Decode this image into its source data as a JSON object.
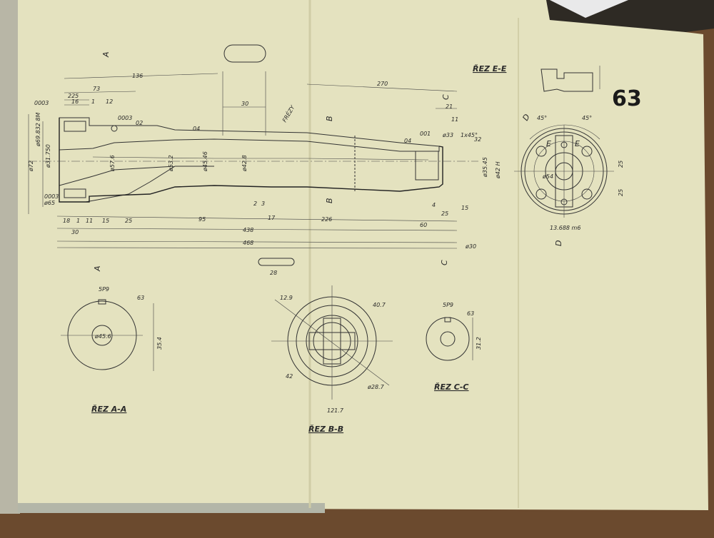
{
  "sheet": {
    "page_number": "63",
    "colors": {
      "paper": "#e4e2bf",
      "wood": "#6b4a2e",
      "ink": "#2a2a2a"
    }
  },
  "section_labels": {
    "a": "ŘEZ A-A",
    "b": "ŘEZ B-B",
    "c": "ŘEZ C-C",
    "e": "ŘEZ E-E"
  },
  "cut_marks": {
    "a": "A",
    "b": "B",
    "c": "C",
    "d": "D",
    "e": "E"
  },
  "shaft_dims": {
    "d136": "136",
    "d73": "73",
    "d225": "225",
    "d16": "16",
    "d1": "1",
    "d12": "12",
    "d30top": "30",
    "d270": "270",
    "d21": "21",
    "d11": "11",
    "d45": "1x45°",
    "d18": "18",
    "d1b": "1",
    "d11b": "11",
    "d15": "15",
    "d25": "25",
    "d95": "95",
    "d2": "2",
    "d3": "3",
    "d17": "17",
    "d226": "226",
    "d60": "60",
    "d4": "4",
    "d25b": "25",
    "d15b": "15",
    "d30": "30",
    "d438": "438",
    "d468": "468",
    "d28": "28",
    "tol1": "0003",
    "tol2": "0003",
    "tol3": "0003",
    "tol4": "001",
    "dia69": "ø69.832 8M",
    "dia72": "ø72",
    "dia31": "ø31.750",
    "dia65": "ø65",
    "dia57": "ø57.6",
    "dia53": "ø53.2",
    "dia428": "ø42.8",
    "dia45": "ø45.46",
    "dia35": "ø35.45",
    "dia42": "ø42 H",
    "dia30": "ø30",
    "dia33": "ø33",
    "frezy": "FRÉZY",
    "r04": "04",
    "r02": "02",
    "r32": "32"
  },
  "section_dims": {
    "a_key": "5P9",
    "a_dia": "ø45.6",
    "a_h": "35.4",
    "a_r": "63",
    "b_1": "12.9",
    "b_2": "40.7",
    "b_3": "42",
    "b_4": "ø28.7",
    "b_5": "121.7",
    "c_key": "5P9",
    "c_h": "31.2",
    "c_r": "63",
    "e_45a": "45°",
    "e_45b": "45°",
    "e_25a": "25",
    "e_25b": "25",
    "e_dia": "ø54",
    "e_w": "13.688 m6"
  }
}
